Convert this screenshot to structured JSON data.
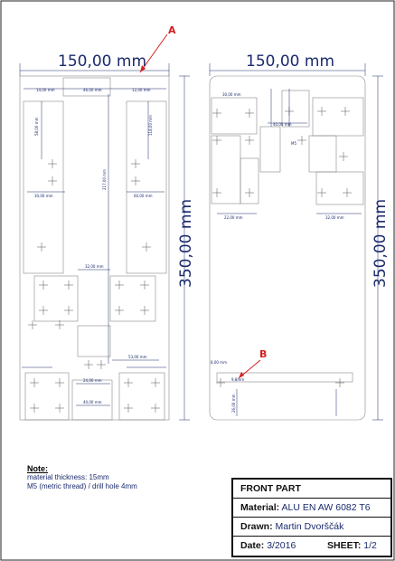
{
  "callouts": {
    "a": "A",
    "b": "B"
  },
  "dims": {
    "width_left": "150,00 mm",
    "width_right": "150,00 mm",
    "height_left": "350,00 mm",
    "height_right": "350,00 mm"
  },
  "small_dims": {
    "l1": "14,00 mm",
    "l2": "46,00 mm",
    "l3": "12,00 mm",
    "l4": "58,00 mm",
    "l5": "217,00 mm",
    "l6": "118,00 mm",
    "l7": "30,00 mm",
    "l8": "60,00 mm",
    "l9": "32,00 mm",
    "l10": "24,00 mm",
    "l11": "40,00 mm",
    "l12": "53,00 mm",
    "r1": "30,00 mm",
    "r2": "40,00 mm",
    "r3": "22,00 mm",
    "r4": "32,00 mm",
    "r5": "8,00 mm",
    "r6": "9,8mm",
    "r7": "26,00 mm",
    "r8": "M5"
  },
  "note": {
    "title": "Note:",
    "line1": "material thickness: 15mm",
    "line2": "M5 (metric thread) / drill hole 4mm"
  },
  "title_block": {
    "part": "FRONT PART",
    "material_label": "Material:",
    "material_value": "ALU EN AW 6082 T6",
    "drawn_label": "Drawn:",
    "drawn_value": "Martin Dvorščák",
    "date_label": "Date:",
    "date_value": "3/2016",
    "sheet_label": "SHEET:",
    "sheet_value": "1/2"
  },
  "colors": {
    "dimension": "#1a2a6c",
    "callout": "#d32020",
    "outline": "#7a7a7a"
  }
}
